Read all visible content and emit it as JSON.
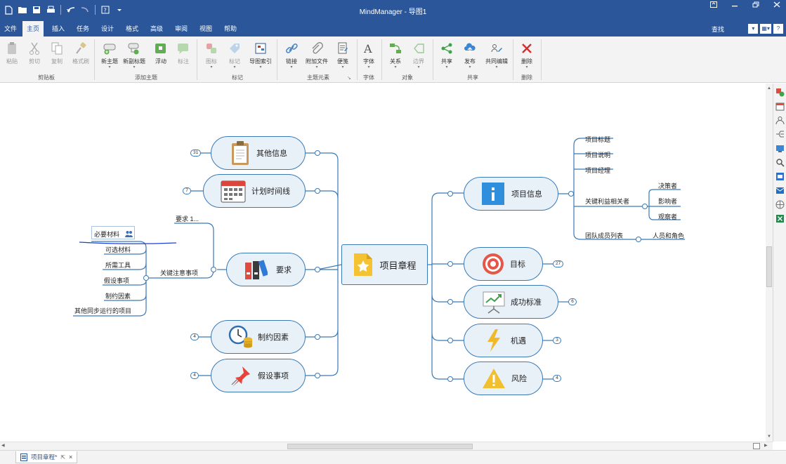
{
  "window": {
    "title": "MindManager - 导图1"
  },
  "ribbon_tabs": [
    "文件",
    "主页",
    "插入",
    "任务",
    "设计",
    "格式",
    "高级",
    "审阅",
    "视图",
    "帮助"
  ],
  "active_tab": "主页",
  "search_label": "查找",
  "ribbon": {
    "clipboard": {
      "group": "剪贴板",
      "paste": "粘贴",
      "cut": "剪切",
      "copy": "复制",
      "format_painter": "格式刷"
    },
    "add_topic": {
      "group": "添加主题",
      "new_topic": "新主题",
      "new_subtopic": "新副标题",
      "floating": "浮动",
      "callout": "标注"
    },
    "markers": {
      "group": "标记",
      "icon": "图标",
      "tag": "标记",
      "map_index": "导图索引"
    },
    "topic_elements": {
      "group": "主题元素",
      "link": "链接",
      "attachment": "附加文件",
      "notes": "便笺"
    },
    "font": {
      "group": "字体",
      "font": "字体"
    },
    "objects": {
      "group": "对象",
      "relationship": "关系",
      "boundary": "边界"
    },
    "share": {
      "group": "共享",
      "share": "共享",
      "publish": "发布",
      "coedit": "共同编辑"
    },
    "delete": {
      "group": "删除",
      "delete": "删除"
    }
  },
  "map": {
    "center": "项目章程",
    "left_topics": {
      "other_info": {
        "label": "其他信息",
        "count": "31"
      },
      "timeline": {
        "label": "计划时间线",
        "count": "7"
      },
      "requirements": {
        "label": "要求"
      },
      "constraints": {
        "label": "制约因素",
        "count": "4"
      },
      "assumptions": {
        "label": "假设事项",
        "count": "4"
      }
    },
    "requirements_children": {
      "req1": "要求 1...",
      "key_notes": "关键注意事项",
      "key_notes_children": [
        "必要材料",
        "可选材料",
        "所需工具",
        "假设事项",
        "制约因素",
        "其他同步运行的项目"
      ]
    },
    "right_topics": {
      "project_info": {
        "label": "项目信息"
      },
      "goals": {
        "label": "目标",
        "count": "27"
      },
      "success": {
        "label": "成功标准",
        "count": "6"
      },
      "opportunities": {
        "label": "机遇",
        "count": "3"
      },
      "risks": {
        "label": "风险",
        "count": "4"
      }
    },
    "project_info_children": {
      "title": "项目标题",
      "description": "项目说明",
      "manager": "项目经理",
      "stakeholders": "关键利益相关者",
      "stakeholders_children": [
        "决策者",
        "影响者",
        "观察者"
      ],
      "team": "团队成员列表",
      "team_child": "人员和角色"
    }
  },
  "document_tab": "项目章程*",
  "colors": {
    "accent": "#2b579a",
    "node_border": "#3a7ab6",
    "node_fill": "#e8f0f8",
    "annotation": "#1e3fd0"
  }
}
